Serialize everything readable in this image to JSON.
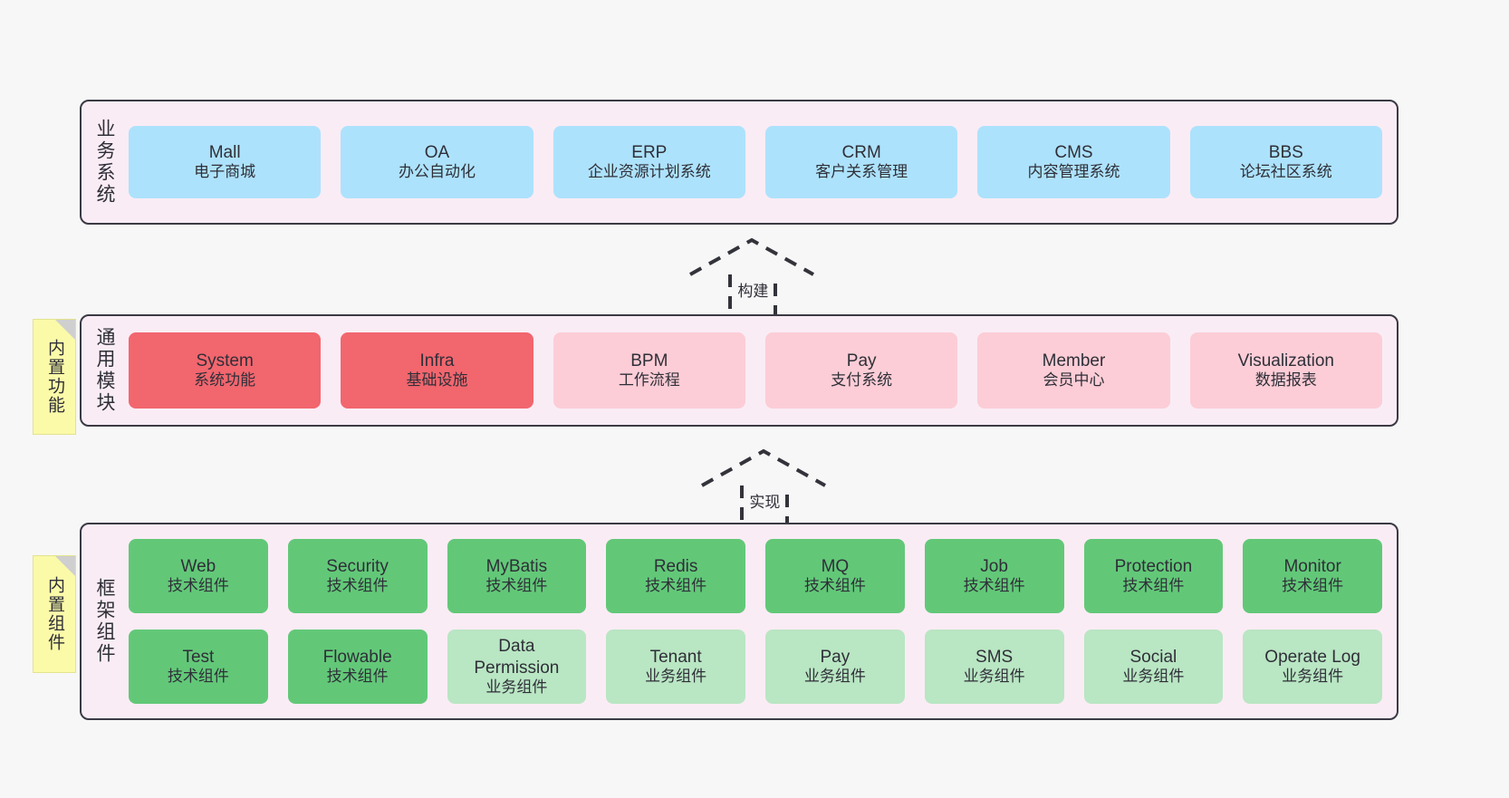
{
  "layers": [
    {
      "key": "business",
      "title": "业务系统",
      "rows": [
        {
          "cards": [
            {
              "name": "Mall",
              "sub": "电子商城",
              "color": "#ade2fc"
            },
            {
              "name": "OA",
              "sub": "办公自动化",
              "color": "#ade2fc"
            },
            {
              "name": "ERP",
              "sub": "企业资源计划系统",
              "color": "#ade2fc"
            },
            {
              "name": "CRM",
              "sub": "客户关系管理",
              "color": "#ade2fc"
            },
            {
              "name": "CMS",
              "sub": "内容管理系统",
              "color": "#ade2fc"
            },
            {
              "name": "BBS",
              "sub": "论坛社区系统",
              "color": "#ade2fc"
            }
          ]
        }
      ]
    },
    {
      "key": "common-modules",
      "title": "通用模块",
      "note": "内置功能",
      "rows": [
        {
          "cards": [
            {
              "name": "System",
              "sub": "系统功能",
              "color": "#f2666e"
            },
            {
              "name": "Infra",
              "sub": "基础设施",
              "color": "#f2666e"
            },
            {
              "name": "BPM",
              "sub": "工作流程",
              "color": "#fccdd6"
            },
            {
              "name": "Pay",
              "sub": "支付系统",
              "color": "#fccdd6"
            },
            {
              "name": "Member",
              "sub": "会员中心",
              "color": "#fccdd6"
            },
            {
              "name": "Visualization",
              "sub": "数据报表",
              "color": "#fccdd6"
            }
          ]
        }
      ]
    },
    {
      "key": "framework-components",
      "title": "框架组件",
      "note": "内置组件",
      "rows": [
        {
          "cards": [
            {
              "name": "Web",
              "sub": "技术组件",
              "color": "#62c878"
            },
            {
              "name": "Security",
              "sub": "技术组件",
              "color": "#62c878"
            },
            {
              "name": "MyBatis",
              "sub": "技术组件",
              "color": "#62c878"
            },
            {
              "name": "Redis",
              "sub": "技术组件",
              "color": "#62c878"
            },
            {
              "name": "MQ",
              "sub": "技术组件",
              "color": "#62c878"
            },
            {
              "name": "Job",
              "sub": "技术组件",
              "color": "#62c878"
            },
            {
              "name": "Protection",
              "sub": "技术组件",
              "color": "#62c878"
            },
            {
              "name": "Monitor",
              "sub": "技术组件",
              "color": "#62c878"
            }
          ]
        },
        {
          "cards": [
            {
              "name": "Test",
              "sub": "技术组件",
              "color": "#62c878"
            },
            {
              "name": "Flowable",
              "sub": "技术组件",
              "color": "#62c878"
            },
            {
              "name": "Data Permission",
              "sub": "业务组件",
              "color": "#b9e6c3"
            },
            {
              "name": "Tenant",
              "sub": "业务组件",
              "color": "#b9e6c3"
            },
            {
              "name": "Pay",
              "sub": "业务组件",
              "color": "#b9e6c3"
            },
            {
              "name": "SMS",
              "sub": "业务组件",
              "color": "#b9e6c3"
            },
            {
              "name": "Social",
              "sub": "业务组件",
              "color": "#b9e6c3"
            },
            {
              "name": "Operate Log",
              "sub": "业务组件",
              "color": "#b9e6c3"
            }
          ]
        }
      ]
    }
  ],
  "connectors": [
    {
      "key": "build",
      "label": "构建"
    },
    {
      "key": "implement",
      "label": "实现"
    }
  ],
  "colors": {
    "panel_background": "#faecf5",
    "panel_border": "#3a3a44",
    "canvas_background": "#f7f7f7",
    "note_background": "#fafaa8",
    "note_fold": "#cfcfcf",
    "business_card": "#ade2fc",
    "core_module_card": "#f2666e",
    "module_card": "#fccdd6",
    "tech_component_card": "#62c878",
    "biz_component_card": "#b9e6c3",
    "text": "#2f2f38"
  }
}
